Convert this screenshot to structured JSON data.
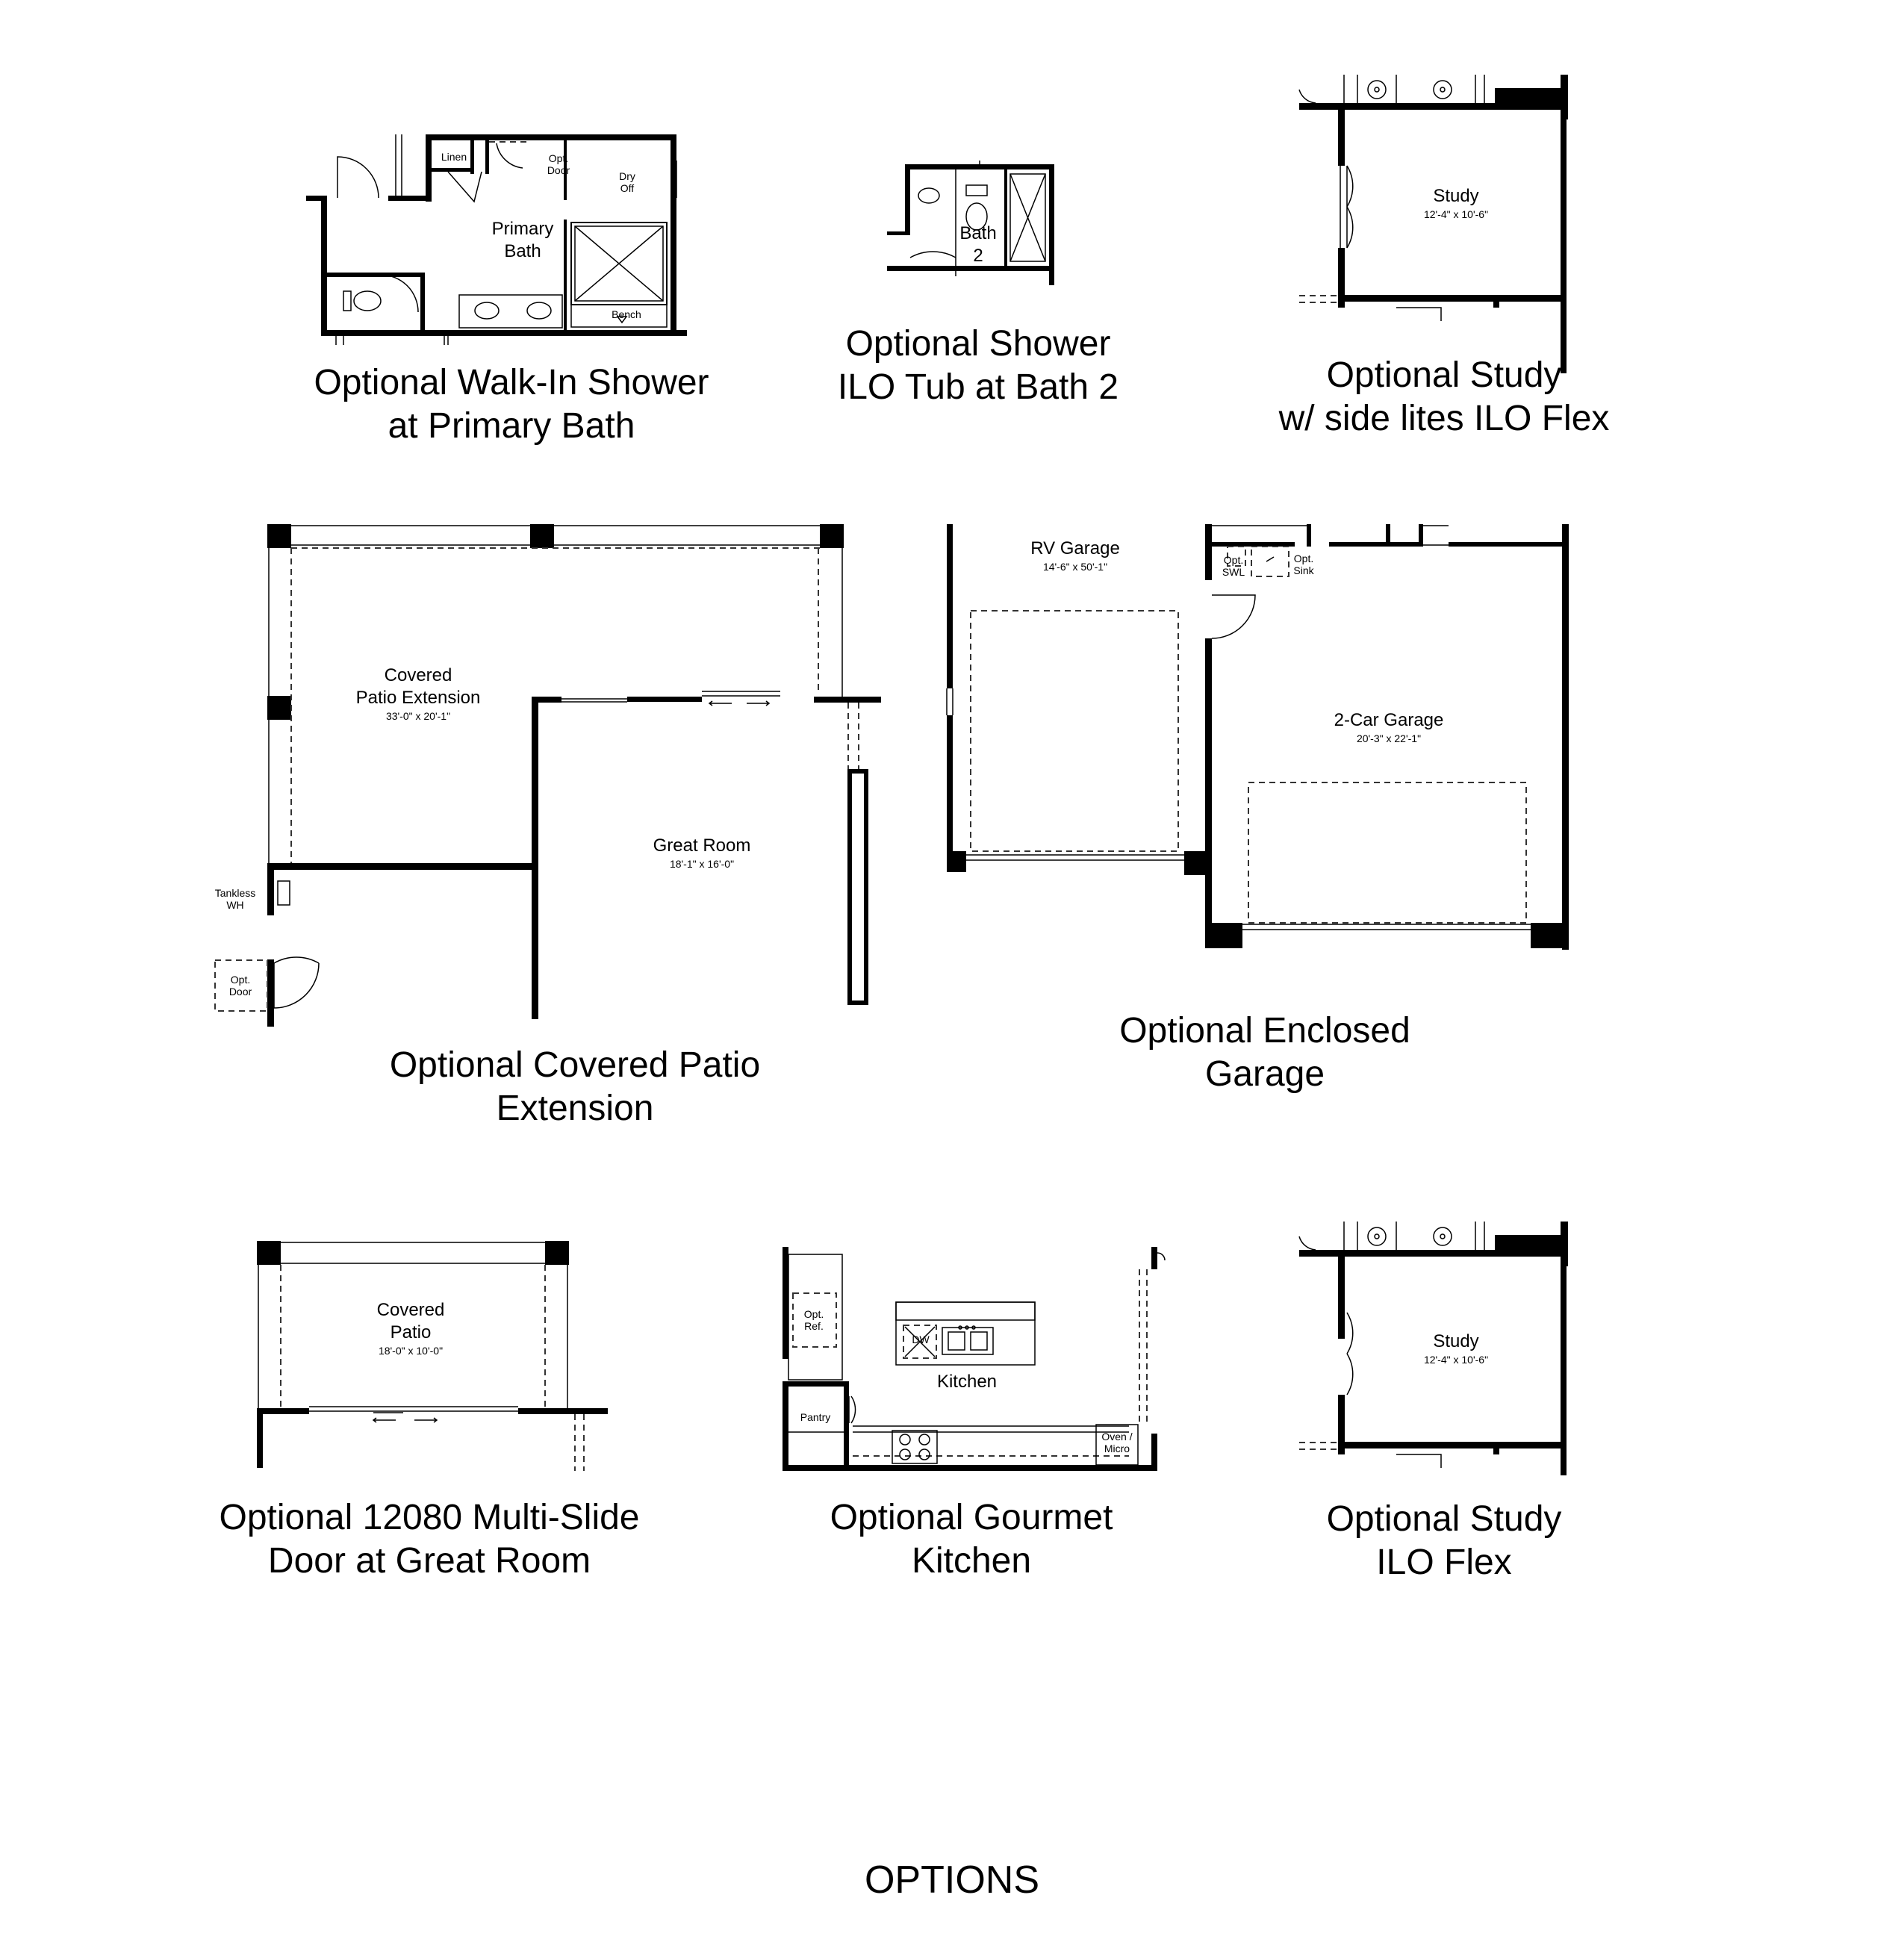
{
  "page": {
    "title": "OPTIONS"
  },
  "panels": {
    "walk_in_shower": {
      "caption": [
        "Optional Walk-In Shower",
        "at  Primary Bath"
      ],
      "room": "Primary\nBath",
      "tags": {
        "linen": "Linen",
        "opt_door": [
          "Opt.",
          "Door"
        ],
        "dry_off": [
          "Dry",
          "Off"
        ],
        "bench": "Bench"
      }
    },
    "shower_bath2": {
      "caption": [
        "Optional Shower",
        "ILO Tub at Bath 2"
      ],
      "room": [
        "Bath",
        "2"
      ]
    },
    "study_sidelites": {
      "caption": [
        "Optional Study",
        "w/ side lites ILO Flex"
      ],
      "room": "Study",
      "dim": "12'-4\" x 10'-6\""
    },
    "covered_patio_ext": {
      "caption": [
        "Optional Covered Patio",
        "Extension"
      ],
      "room1": [
        "Covered",
        "Patio Extension"
      ],
      "dim1": "33'-0\" x 20'-1\"",
      "room2": "Great Room",
      "dim2": "18'-1\" x 16'-0\"",
      "tags": {
        "tankless": [
          "Tankless",
          "WH"
        ],
        "opt_door": [
          "Opt.",
          "Door"
        ]
      }
    },
    "enclosed_garage": {
      "caption": [
        "Optional Enclosed",
        "Garage"
      ],
      "room1": "RV Garage",
      "dim1": "14'-6\" x 50'-1\"",
      "room2": "2-Car Garage",
      "dim2": "20'-3\" x 22'-1\"",
      "tags": {
        "opt_swl": [
          "Opt.",
          "SWL"
        ],
        "opt_sink": [
          "Opt.",
          "Sink"
        ]
      }
    },
    "multi_slide": {
      "caption": [
        "Optional 12080 Multi-Slide",
        "Door at Great Room"
      ],
      "room": [
        "Covered",
        "Patio"
      ],
      "dim": "18'-0\" x 10'-0\""
    },
    "gourmet_kitchen": {
      "caption": [
        "Optional Gourmet",
        "Kitchen"
      ],
      "room": "Kitchen",
      "tags": {
        "opt_ref": [
          "Opt.",
          "Ref."
        ],
        "dw": "DW",
        "pantry": "Pantry",
        "oven": [
          "Oven /",
          "Micro"
        ]
      }
    },
    "study_flex": {
      "caption": [
        "Optional Study",
        "ILO Flex"
      ],
      "room": "Study",
      "dim": "12'-4\" x 10'-6\""
    }
  }
}
